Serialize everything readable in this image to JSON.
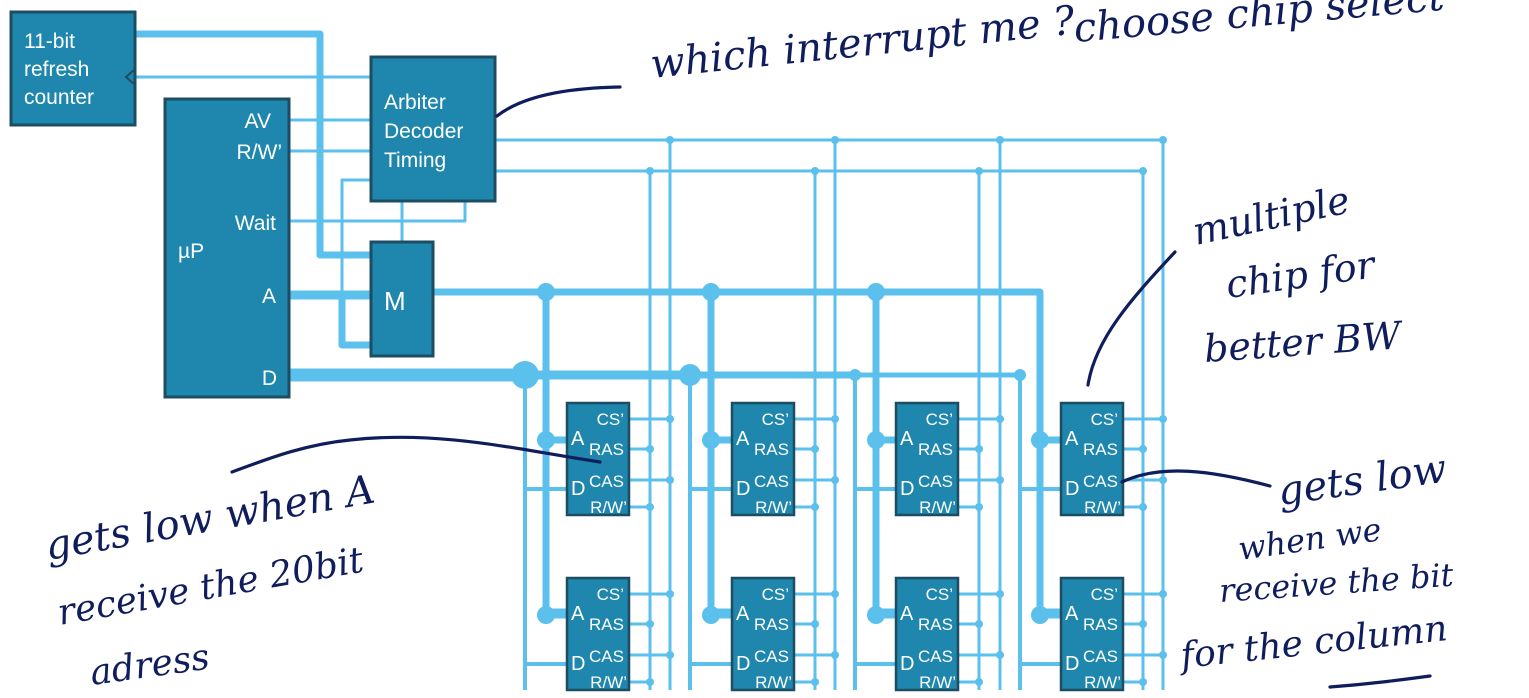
{
  "blocks": {
    "refresh_counter": [
      "11-bit",
      "refresh",
      "counter"
    ],
    "arbiter": [
      "Arbiter",
      "Decoder",
      "Timing"
    ],
    "mux": "M",
    "cpu": {
      "name": "µP",
      "pins": {
        "av": "AV",
        "rw": "R/W’",
        "wait": "Wait",
        "a": "A",
        "d": "D"
      }
    }
  },
  "chip_labels": {
    "a": "A",
    "d": "D",
    "cs": "CS’",
    "ras": "RAS",
    "cas": "CAS",
    "rw": "R/W’"
  },
  "annotations": {
    "top_question": "which interrupt me ?",
    "top_right": "choose chip select",
    "right_upper": [
      "multiple",
      "chip for",
      "better BW"
    ],
    "left_lower": [
      "gets low when A",
      "receive the 20bit",
      "adress"
    ],
    "right_lower": [
      "gets low",
      "when we",
      "receive the bit",
      "for the column"
    ]
  },
  "colors": {
    "block": "#1f87ad",
    "block_border": "#1d4d63",
    "bus": "#5bc0ec",
    "ink": "#0f1d5c"
  }
}
